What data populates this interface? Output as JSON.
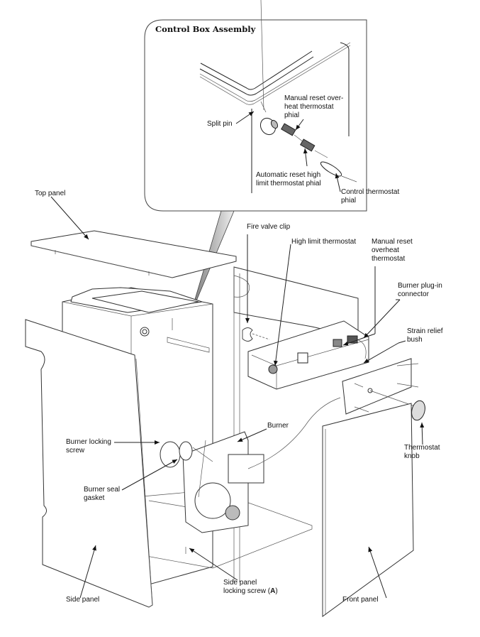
{
  "inset": {
    "title": "Control Box Assembly",
    "labels": {
      "split_pin": "Split pin",
      "manual_reset_phial": [
        "Manual reset over-",
        "heat thermostat",
        "phial"
      ],
      "auto_reset_phial": [
        "Automatic reset high",
        "limit thermostat phial"
      ],
      "control_phial": [
        "Control thermostat",
        "phial"
      ]
    }
  },
  "labels": {
    "top_panel": "Top panel",
    "fire_valve_clip": "Fire valve clip",
    "high_limit_thermostat": "High limit thermostat",
    "manual_reset_overheat": [
      "Manual reset",
      "overheat",
      "thermostat"
    ],
    "burner_plug_connector": [
      "Burner plug-in",
      "connector"
    ],
    "strain_relief_bush": [
      "Strain relief",
      "bush"
    ],
    "thermostat_knob": [
      "Thermostat",
      "knob"
    ],
    "burner": "Burner",
    "burner_locking_screw": [
      "Burner locking",
      "screw"
    ],
    "burner_seal_gasket": [
      "Burner seal",
      "gasket"
    ],
    "side_panel": "Side panel",
    "side_panel_locking_screw": [
      "Side panel",
      "locking screw ("
    ],
    "side_panel_locking_screw_ref": "A",
    "side_panel_locking_screw_close": ")",
    "front_panel": "Front panel"
  }
}
